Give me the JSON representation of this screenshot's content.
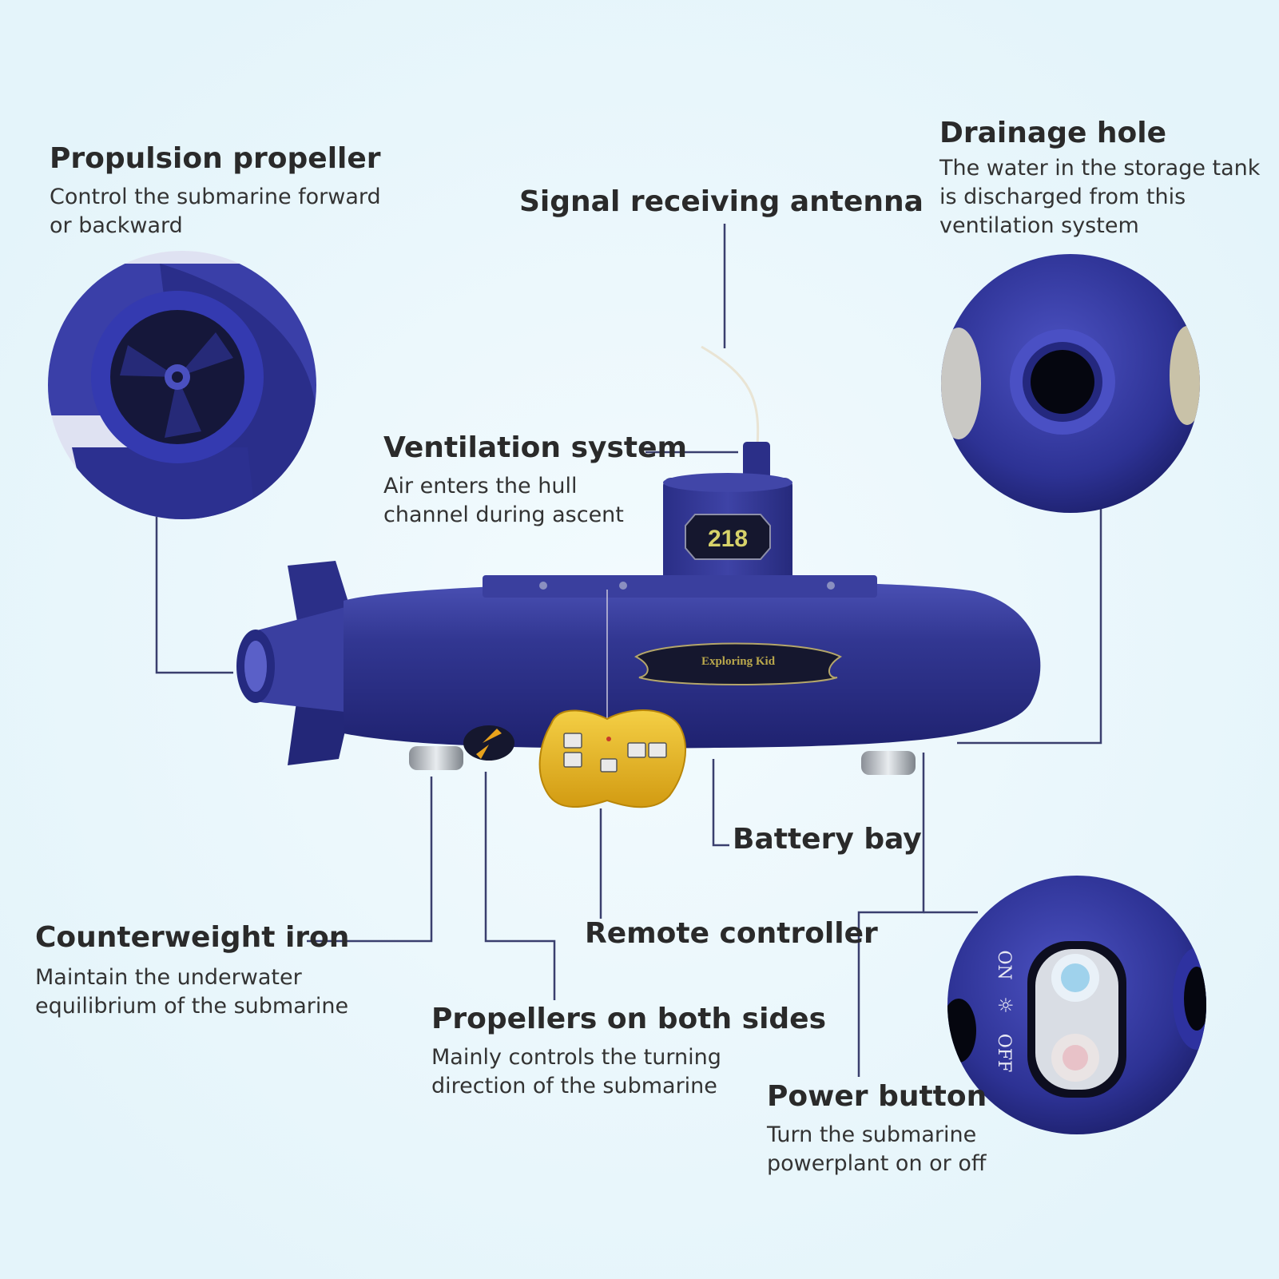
{
  "colors": {
    "background": "#e8f6fb",
    "hull": "#2e3392",
    "hull_dark": "#1d2068",
    "remote": "#e6b82a",
    "leader_line": "#3a3f6e"
  },
  "product": {
    "hull_number": "218",
    "hull_badge": "Exploring Kid"
  },
  "callouts": {
    "propulsion": {
      "title": "Propulsion propeller",
      "desc": [
        "Control the submarine forward",
        "or backward"
      ]
    },
    "antenna": {
      "title": "Signal receiving antenna"
    },
    "drainage": {
      "title": "Drainage hole",
      "desc": [
        "The water in the storage tank",
        "is discharged from this",
        "ventilation system"
      ]
    },
    "ventilation": {
      "title": "Ventilation system",
      "desc": [
        "Air enters the hull",
        "channel during ascent"
      ]
    },
    "battery": {
      "title": "Battery bay"
    },
    "remote": {
      "title": "Remote controller"
    },
    "counterweight": {
      "title": "Counterweight iron",
      "desc": [
        "Maintain the underwater",
        "equilibrium of the submarine"
      ]
    },
    "sides": {
      "title": "Propellers on both sides",
      "desc": [
        "Mainly controls the turning",
        "direction of the submarine"
      ]
    },
    "power": {
      "title": "Power button",
      "desc": [
        "Turn the submarine",
        "powerplant on or off"
      ],
      "switch_on": "ON",
      "switch_off": "OFF"
    }
  }
}
